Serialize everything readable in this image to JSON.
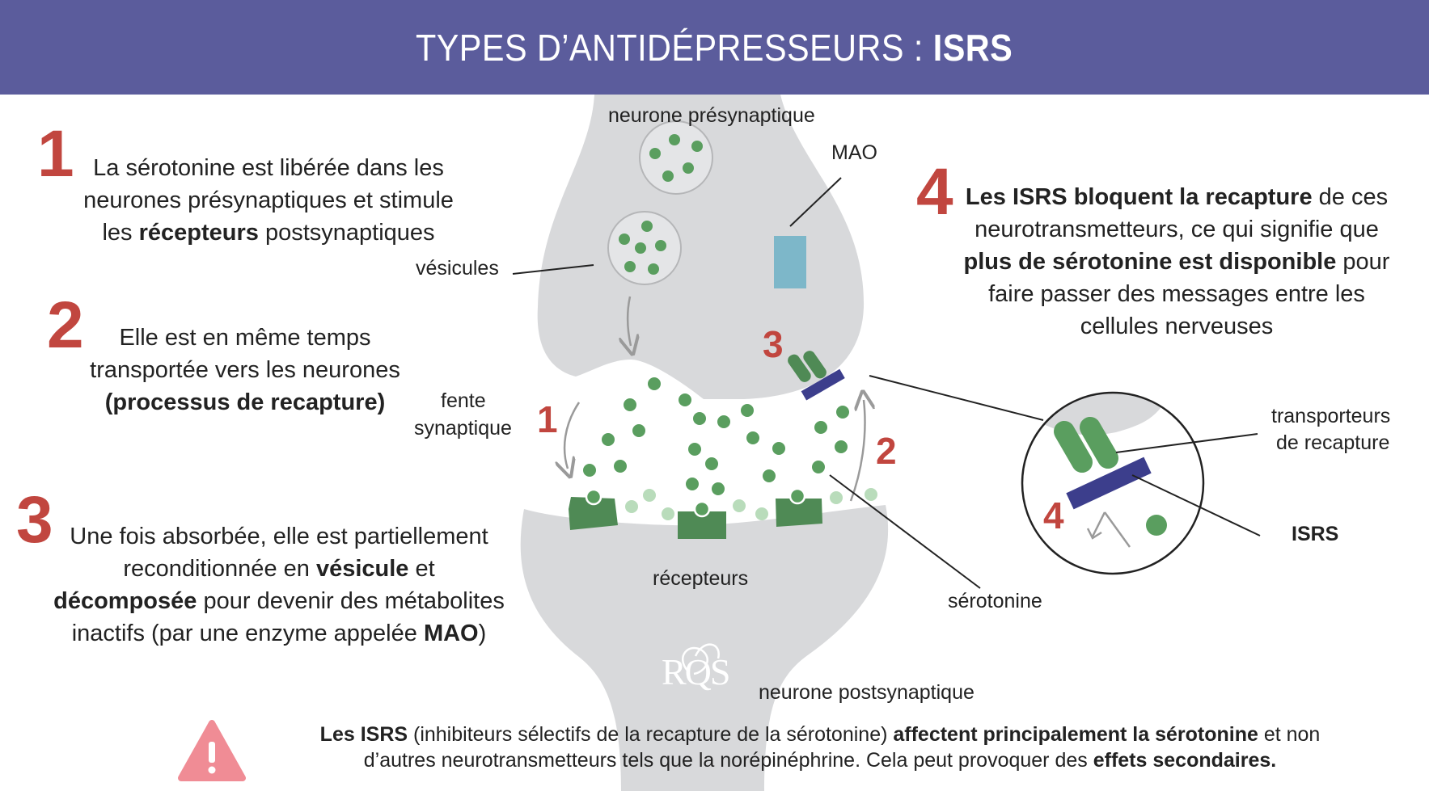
{
  "header": {
    "title_prefix": "TYPES D’ANTIDÉPRESSEURS : ",
    "title_bold": "ISRS"
  },
  "colors": {
    "header_bg": "#5b5c9c",
    "accent_red": "#c1463f",
    "serotonin_green": "#5a9e5f",
    "receptor_dark_green": "#4f8a55",
    "isrs_blue": "#3c3e8c",
    "mao_blue": "#7db7c9",
    "neuron_grey": "#d8d9db",
    "warning_pink": "#f08c95"
  },
  "steps": [
    {
      "number": "1",
      "parts": [
        {
          "t": "La sérotonine est libérée dans les neurones présynaptiques et stimule les ",
          "b": false
        },
        {
          "t": "récepteurs",
          "b": true
        },
        {
          "t": " postsynaptiques",
          "b": false
        }
      ]
    },
    {
      "number": "2",
      "parts": [
        {
          "t": "Elle est en même temps transportée vers les neurones ",
          "b": false
        },
        {
          "t": "(processus de recapture)",
          "b": true
        }
      ]
    },
    {
      "number": "3",
      "parts": [
        {
          "t": "Une fois absorbée, elle est partiellement reconditionnée en ",
          "b": false
        },
        {
          "t": "vésicule",
          "b": true
        },
        {
          "t": " et ",
          "b": false
        },
        {
          "t": "décomposée",
          "b": true
        },
        {
          "t": " pour devenir des métabolites inactifs (par une enzyme appelée ",
          "b": false
        },
        {
          "t": "MAO",
          "b": true
        },
        {
          "t": ")",
          "b": false
        }
      ]
    },
    {
      "number": "4",
      "parts": [
        {
          "t": "Les ISRS bloquent la recapture",
          "b": true
        },
        {
          "t": " de ces neurotransmetteurs, ce qui signifie que ",
          "b": false
        },
        {
          "t": "plus de sérotonine est disponible",
          "b": true
        },
        {
          "t": " pour faire passer des messages entre les cellules nerveuses",
          "b": false
        }
      ]
    }
  ],
  "labels": {
    "presynaptic": "neurone présynaptique",
    "mao": "MAO",
    "vesicles": "vésicules",
    "cleft_line1": "fente",
    "cleft_line2": "synaptique",
    "receptors": "récepteurs",
    "serotonin": "sérotonine",
    "postsynaptic": "neurone postsynaptique",
    "transporters_line1": "transporteurs",
    "transporters_line2": "de recapture",
    "isrs": "ISRS",
    "arrow_num_1": "1",
    "arrow_num_2": "2",
    "arrow_num_3": "3",
    "zoom_num_4": "4"
  },
  "warning": {
    "parts_line1": [
      {
        "t": "Les ISRS",
        "b": true
      },
      {
        "t": " (inhibiteurs sélectifs de la recapture de la sérotonine) ",
        "b": false
      },
      {
        "t": "affectent principalement la sérotonine",
        "b": true
      },
      {
        "t": " et non",
        "b": false
      }
    ],
    "parts_line2": [
      {
        "t": "d’autres neurotransmetteurs tels que la norépinéphrine. Cela peut provoquer des ",
        "b": false
      },
      {
        "t": "effets secondaires.",
        "b": true
      }
    ]
  },
  "logo": {
    "text": "RQS"
  }
}
